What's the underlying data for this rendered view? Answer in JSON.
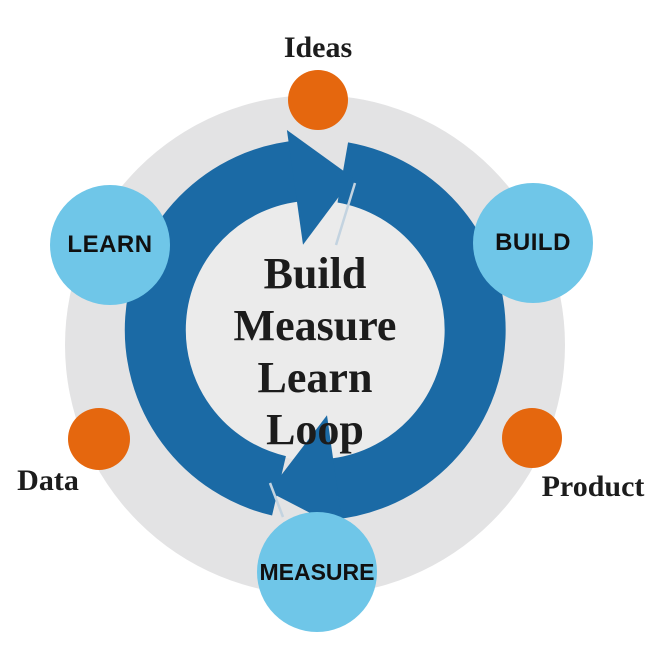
{
  "diagram": {
    "type": "cycle-diagram",
    "center": {
      "lines": [
        "Build",
        "Measure",
        "Learn",
        "Loop"
      ]
    },
    "stages": [
      {
        "id": "learn",
        "label": "LEARN"
      },
      {
        "id": "build",
        "label": "BUILD"
      },
      {
        "id": "measure",
        "label": "MEASURE"
      }
    ],
    "artifacts": [
      {
        "id": "ideas",
        "label": "Ideas"
      },
      {
        "id": "data",
        "label": "Data"
      },
      {
        "id": "product",
        "label": "Product"
      }
    ],
    "colors": {
      "loop_blue": "#1b6aa5",
      "stage_circle_blue": "#6fc6e8",
      "artifact_orange": "#e5670e",
      "outer_ring_gray": "#e3e3e4",
      "inner_circle_gray": "#ebebeb",
      "label_text": "#1c1c1c"
    }
  }
}
